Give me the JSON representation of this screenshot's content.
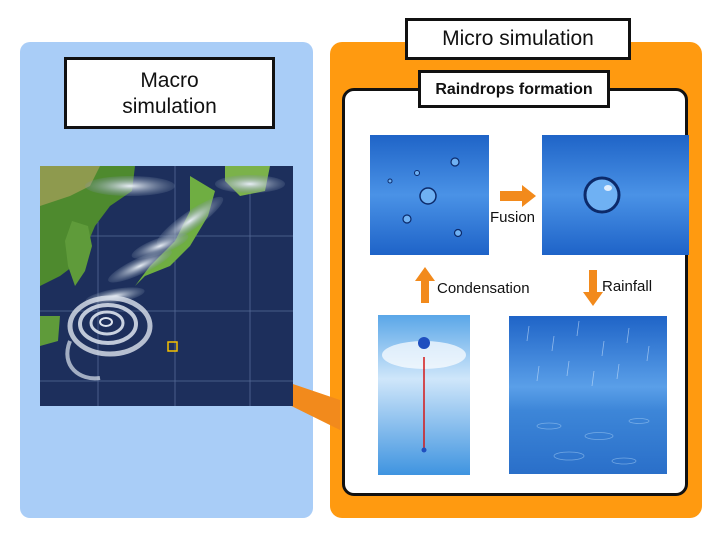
{
  "macro_label": "Macro\nsimulation",
  "micro_label": "Micro simulation",
  "raindrops_label": "Raindrops formation",
  "fusion_label": "Fusion",
  "condensation_label": "Condensation",
  "rainfall_label": "Rainfall",
  "colors": {
    "left_panel": "#a9cdf7",
    "right_panel": "#ff9a10",
    "map_ocean": "#1d2f5c",
    "arrow": "#f28a1c"
  }
}
